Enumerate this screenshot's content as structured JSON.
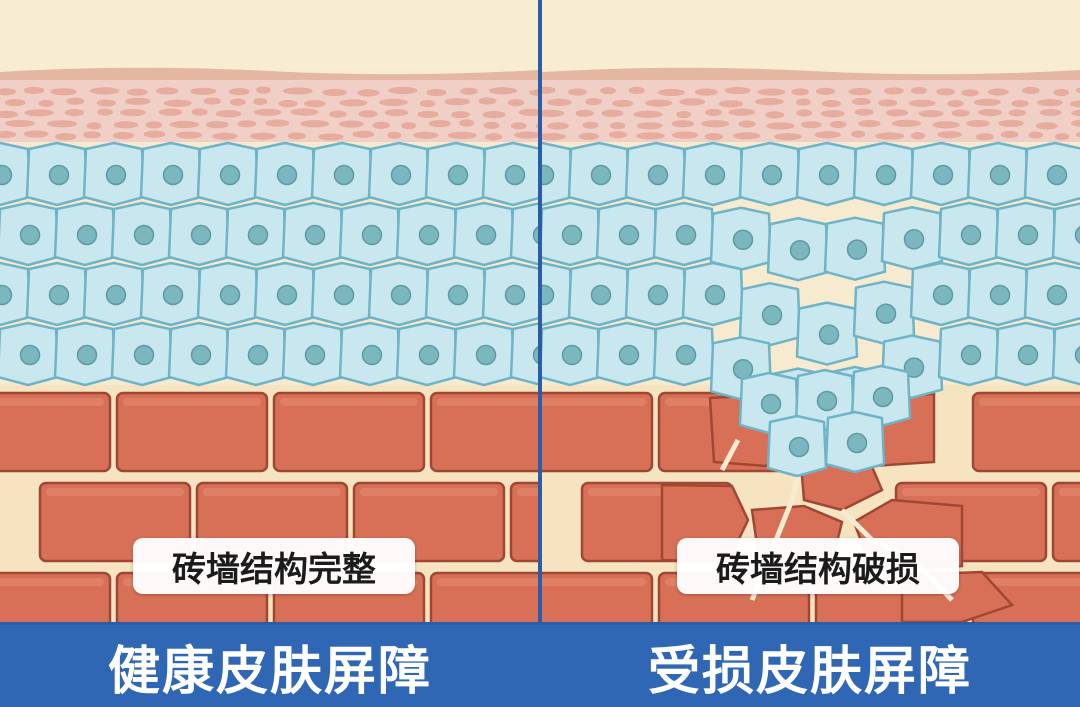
{
  "panels": {
    "healthy": {
      "label": "砖墙结构完整",
      "title": "健康皮肤屏障"
    },
    "damaged": {
      "label": "砖墙结构破损",
      "title": "受损皮肤屏障"
    }
  },
  "colors": {
    "background_cream": "#f7ebcf",
    "stratum_pink": "#f0cfc6",
    "speckle": "#e3a394",
    "cell_fill": "#c9e7ef",
    "cell_border": "#6fb4c6",
    "nucleus": "#7ab7bf",
    "brick": "#d77056",
    "brick_border": "#a04733",
    "mortar": "#f5e4bf",
    "footer_blue": "#2f67b4"
  },
  "icons": [
    "skin-layer-illustration",
    "cell-layer",
    "brick-wall"
  ]
}
